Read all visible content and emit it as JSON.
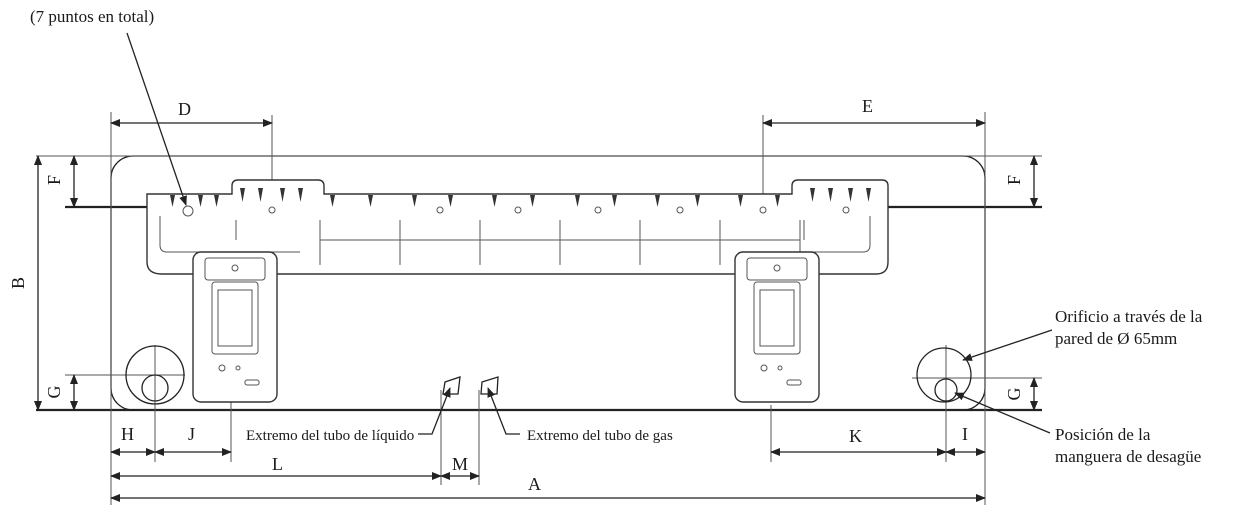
{
  "labels": {
    "hole_count": "(7 puntos en total)",
    "wall_hole_line1": "Orificio a través de la",
    "wall_hole_line2": "pared de Ø 65mm",
    "drain_line1": "Posición de la",
    "drain_line2": "manguera de desagüe",
    "liquid_pipe": "Extremo del tubo de líquido",
    "gas_pipe": "Extremo del tubo de gas"
  },
  "dimensions": {
    "A": "A",
    "B": "B",
    "D": "D",
    "E": "E",
    "F": "F",
    "G": "G",
    "H": "H",
    "I": "I",
    "J": "J",
    "K": "K",
    "L": "L",
    "M": "M"
  },
  "colors": {
    "line": "#222222",
    "background": "#ffffff"
  }
}
